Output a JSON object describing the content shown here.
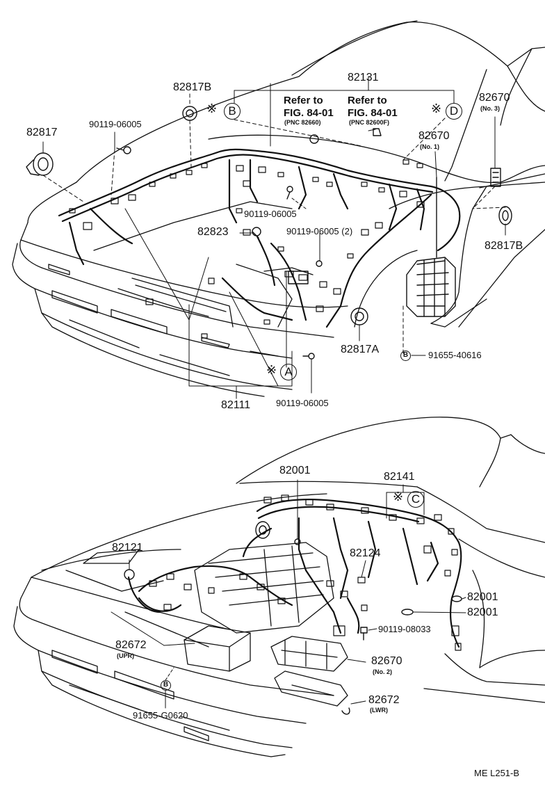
{
  "diagram": {
    "labels": {
      "p82131": "82131",
      "p82817B_top": "82817B",
      "p82817": "82817",
      "p90119_a": "90119-06005",
      "refer1_l1": "Refer to",
      "refer1_l2": "FIG. 84-01",
      "refer1_pnc": "(PNC 82660)",
      "refer2_l1": "Refer to",
      "refer2_l2": "FIG. 84-01",
      "refer2_pnc": "(PNC 82600F)",
      "p82670_no3": "82670",
      "p82670_no3_sub": "(No. 3)",
      "p82670_no1": "82670",
      "p82670_no1_sub": "(No. 1)",
      "p90119_b": "90119-06005",
      "p82823": "82823",
      "p90119_c": "90119-06005 (2)",
      "p82817B_right": "82817B",
      "p82817A": "82817A",
      "p91655_40616": "91655-40616",
      "p82111": "82111",
      "p90119_d": "90119-06005",
      "p82001_top": "82001",
      "p82141": "82141",
      "p82121": "82121",
      "p82124": "82124",
      "p82001_r1": "82001",
      "p82001_r2": "82001",
      "p90119_08033": "90119-08033",
      "p82672_upr": "82672",
      "p82672_upr_sub": "(UPR)",
      "p82670_no2": "82670",
      "p82670_no2_sub": "(No. 2)",
      "p82672_lwr": "82672",
      "p82672_lwr_sub": "(LWR)",
      "p91655_G0620": "91655-G0620"
    },
    "markers": {
      "A": "A",
      "B": "B",
      "C": "C",
      "D": "D",
      "small_B": "B",
      "star": "※"
    },
    "footer": "ME  L251-B"
  }
}
